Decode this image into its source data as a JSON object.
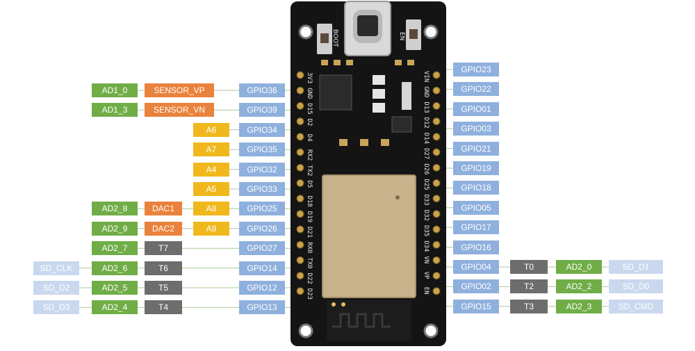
{
  "board": {
    "boot_label": "BOOT",
    "en_label": "EN"
  },
  "left_rows": [
    {
      "labels": [
        {
          "text": "AD1_0",
          "type": "ad"
        },
        {
          "text": "SENSOR_VP",
          "type": "sens"
        },
        {
          "text": "GPIO36",
          "type": "gpio"
        }
      ],
      "pin": "3V3"
    },
    {
      "labels": [
        {
          "text": "AD1_3",
          "type": "ad"
        },
        {
          "text": "SENSOR_VN",
          "type": "sens"
        },
        {
          "text": "GPIO39",
          "type": "gpio"
        }
      ],
      "pin": "GND"
    },
    {
      "labels": [
        {
          "text": "A6",
          "type": "alt"
        },
        {
          "text": "GPIO34",
          "type": "gpio"
        }
      ],
      "pin": "D15"
    },
    {
      "labels": [
        {
          "text": "A7",
          "type": "alt"
        },
        {
          "text": "GPIO35",
          "type": "gpio"
        }
      ],
      "pin": "D2"
    },
    {
      "labels": [
        {
          "text": "A4",
          "type": "alt"
        },
        {
          "text": "GPIO32",
          "type": "gpio"
        }
      ],
      "pin": "D4"
    },
    {
      "labels": [
        {
          "text": "A5",
          "type": "alt"
        },
        {
          "text": "GPIO33",
          "type": "gpio"
        }
      ],
      "pin": "RX2"
    },
    {
      "labels": [
        {
          "text": "AD2_8",
          "type": "ad"
        },
        {
          "text": "DAC1",
          "type": "dac"
        },
        {
          "text": "A8",
          "type": "alt"
        },
        {
          "text": "GPIO25",
          "type": "gpio"
        }
      ],
      "pin": "TX2"
    },
    {
      "labels": [
        {
          "text": "AD2_9",
          "type": "ad"
        },
        {
          "text": "DAC2",
          "type": "dac"
        },
        {
          "text": "A9",
          "type": "alt"
        },
        {
          "text": "GPIO26",
          "type": "gpio"
        }
      ],
      "pin": "D5"
    },
    {
      "labels": [
        {
          "text": "AD2_7",
          "type": "ad"
        },
        {
          "text": "T7",
          "type": "tch"
        },
        {
          "text": "GPIO27",
          "type": "gpio"
        }
      ],
      "pin": "D18"
    },
    {
      "labels": [
        {
          "text": "SD_CLK",
          "type": "sd"
        },
        {
          "text": "AD2_6",
          "type": "ad"
        },
        {
          "text": "T6",
          "type": "tch"
        },
        {
          "text": "GPIO14",
          "type": "gpio"
        }
      ],
      "pin": "D19"
    },
    {
      "labels": [
        {
          "text": "SD_D2",
          "type": "sd"
        },
        {
          "text": "AD2_5",
          "type": "ad"
        },
        {
          "text": "T5",
          "type": "tch"
        },
        {
          "text": "GPIO12",
          "type": "gpio"
        }
      ],
      "pin": "D21"
    },
    {
      "labels": [
        {
          "text": "SD_D3",
          "type": "sd"
        },
        {
          "text": "AD2_4",
          "type": "ad"
        },
        {
          "text": "T4",
          "type": "tch"
        },
        {
          "text": "GPIO13",
          "type": "gpio"
        }
      ],
      "pin": "RX0"
    }
  ],
  "left_extra_pins": [
    "TX0",
    "D22",
    "D23"
  ],
  "right_rows": [
    {
      "labels": [
        {
          "text": "GPIO23",
          "type": "gpio"
        }
      ],
      "pin": "VIN"
    },
    {
      "labels": [
        {
          "text": "GPIO22",
          "type": "gpio"
        }
      ],
      "pin": "GND"
    },
    {
      "labels": [
        {
          "text": "GPIO01",
          "type": "gpio"
        }
      ],
      "pin": "D13"
    },
    {
      "labels": [
        {
          "text": "GPIO03",
          "type": "gpio"
        }
      ],
      "pin": "D12"
    },
    {
      "labels": [
        {
          "text": "GPIO21",
          "type": "gpio"
        }
      ],
      "pin": "D14"
    },
    {
      "labels": [
        {
          "text": "GPIO19",
          "type": "gpio"
        }
      ],
      "pin": "D27"
    },
    {
      "labels": [
        {
          "text": "GPIO18",
          "type": "gpio"
        }
      ],
      "pin": "D26"
    },
    {
      "labels": [
        {
          "text": "GPIO05",
          "type": "gpio"
        }
      ],
      "pin": "D25"
    },
    {
      "labels": [
        {
          "text": "GPIO17",
          "type": "gpio"
        }
      ],
      "pin": "D33"
    },
    {
      "labels": [
        {
          "text": "GPIO16",
          "type": "gpio"
        }
      ],
      "pin": "D32"
    },
    {
      "labels": [
        {
          "text": "GPIO04",
          "type": "gpio"
        },
        {
          "text": "T0",
          "type": "tch"
        },
        {
          "text": "AD2_0",
          "type": "ad"
        },
        {
          "text": "SD_D1",
          "type": "sd"
        }
      ],
      "pin": "D35"
    },
    {
      "labels": [
        {
          "text": "GPIO02",
          "type": "gpio"
        },
        {
          "text": "T2",
          "type": "tch"
        },
        {
          "text": "AD2_2",
          "type": "ad"
        },
        {
          "text": "SD_D0",
          "type": "sd"
        }
      ],
      "pin": "D34"
    },
    {
      "labels": [
        {
          "text": "GPIO15",
          "type": "gpio"
        },
        {
          "text": "T3",
          "type": "tch"
        },
        {
          "text": "AD2_3",
          "type": "ad"
        },
        {
          "text": "SD_CMD",
          "type": "sd"
        }
      ],
      "pin": "VN"
    }
  ],
  "right_extra_pins": [
    "VP",
    "EN"
  ],
  "colors": {
    "gpio": "#8fb0dd",
    "ad": "#70ad47",
    "sens": "#e9823c",
    "dac": "#e9823c",
    "alt": "#f0b81c",
    "tch": "#6d6d6d",
    "sd": "#c9d8ee",
    "board": "#141414",
    "module": "#c8b28c"
  }
}
